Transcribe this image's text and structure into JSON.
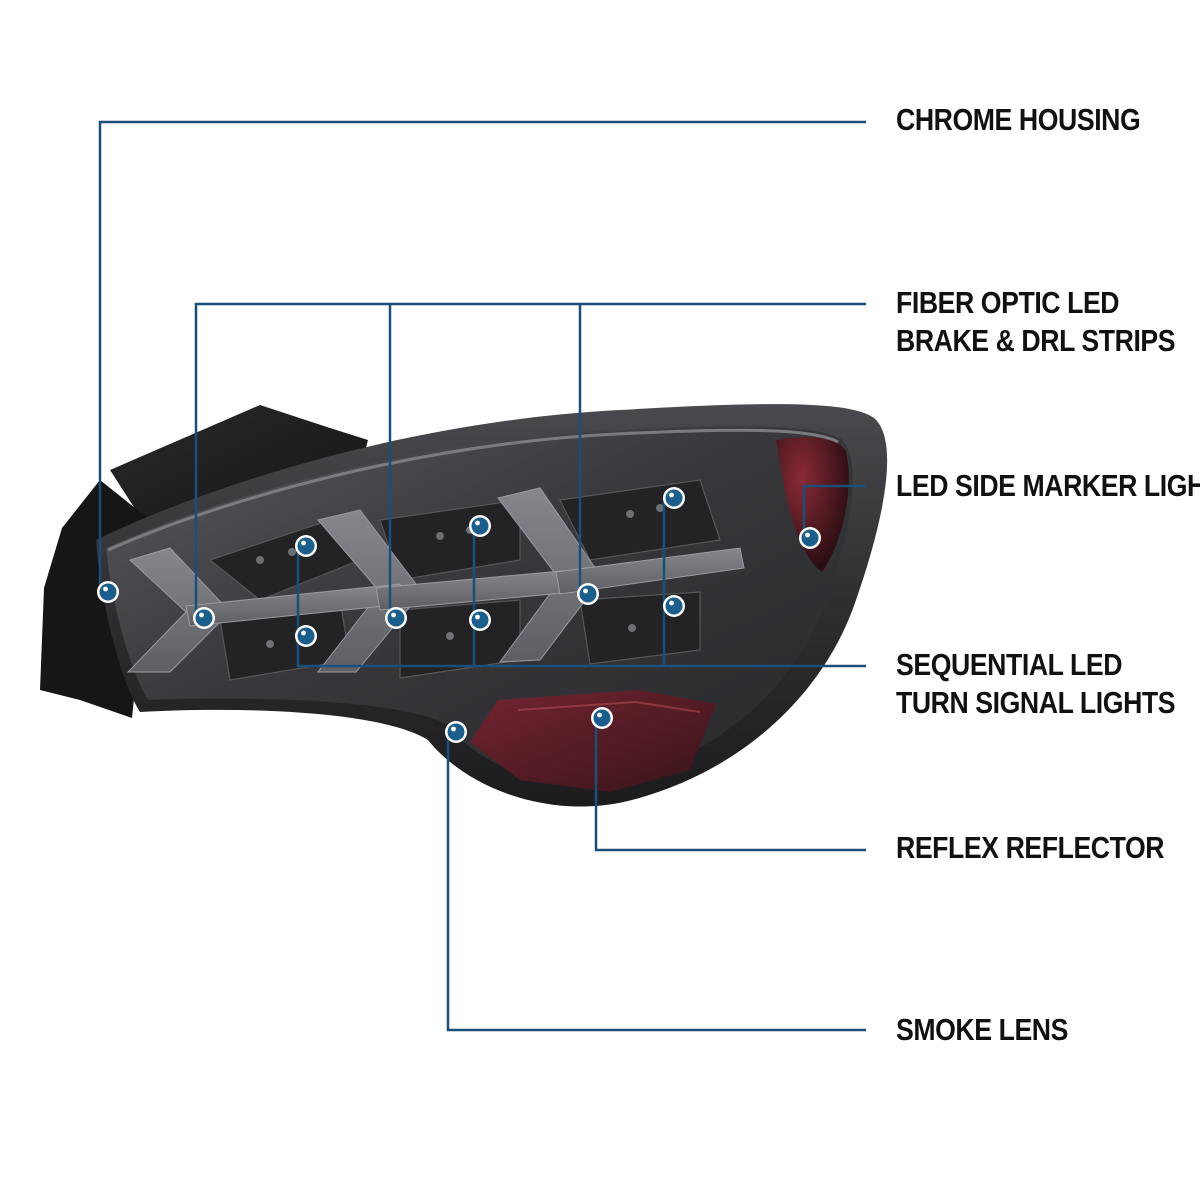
{
  "colors": {
    "callout_line": "#1b4f7a",
    "marker_fill": "#1b5e8c",
    "marker_ring": "#ffffff",
    "label_text": "#111111",
    "lens_smoke": "#3a3a3d",
    "reflector_red": "#6a1c26"
  },
  "product": {
    "image_name": "smoke-lens-led-tail-light"
  },
  "callouts": {
    "chrome_housing": {
      "lines": [
        "CHROME HOUSING"
      ]
    },
    "fiber_optic": {
      "lines": [
        "FIBER OPTIC LED",
        "BRAKE & DRL STRIPS"
      ]
    },
    "side_marker": {
      "lines": [
        "LED SIDE MARKER LIGHT"
      ]
    },
    "sequential": {
      "lines": [
        "SEQUENTIAL LED",
        "TURN SIGNAL LIGHTS"
      ]
    },
    "reflex": {
      "lines": [
        "REFLEX REFLECTOR"
      ]
    },
    "smoke_lens": {
      "lines": [
        "SMOKE LENS"
      ]
    }
  }
}
